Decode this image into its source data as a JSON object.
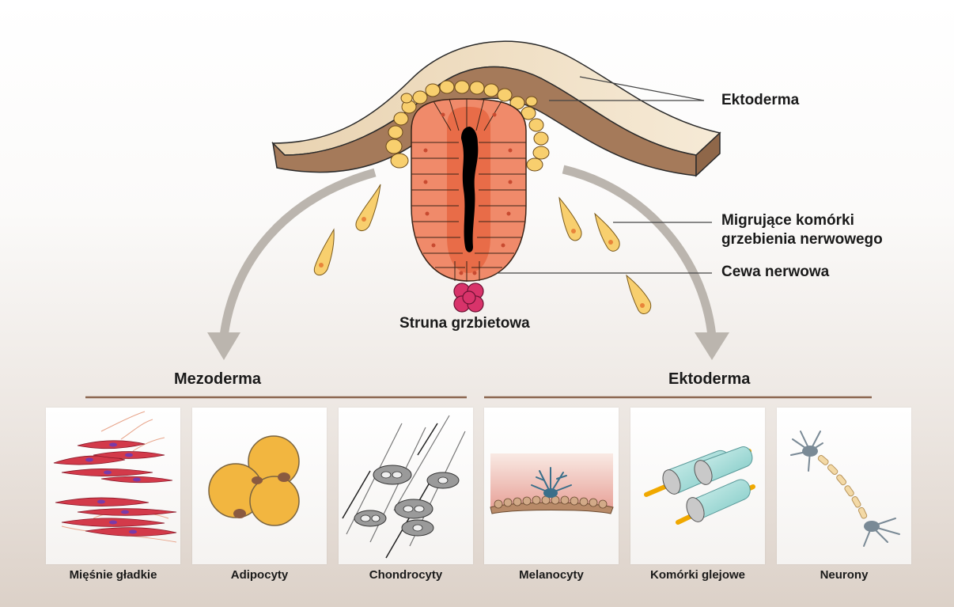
{
  "labels": {
    "ectoderm_top": "Ektoderma",
    "neural_crest_line1": "Migrujące komórki",
    "neural_crest_line2": "grzebienia nerwowego",
    "neural_tube": "Cewa nerwowa",
    "notochord": "Struna grzbietowa"
  },
  "groups": {
    "left": "Mezoderma",
    "right": "Ektoderma"
  },
  "panels": [
    {
      "label": "Mięśnie gładkie",
      "icon": "smooth-muscle-cells-icon"
    },
    {
      "label": "Adipocyty",
      "icon": "adipocytes-icon"
    },
    {
      "label": "Chondrocyty",
      "icon": "chondrocytes-icon"
    },
    {
      "label": "Melanocyty",
      "icon": "melanocyte-icon"
    },
    {
      "label": "Komórki glejowe",
      "icon": "glial-cells-icon"
    },
    {
      "label": "Neurony",
      "icon": "neuron-icon"
    }
  ],
  "colors": {
    "ectoderm_dark": "#a57a5a",
    "ectoderm_light": "#f2e2c8",
    "neural_tube_cells": "#f08a6a",
    "crest_cells": "#f8cf6e",
    "notochord": "#d8336a",
    "arrows": "#bbb5ae",
    "divider": "#8b6650"
  }
}
